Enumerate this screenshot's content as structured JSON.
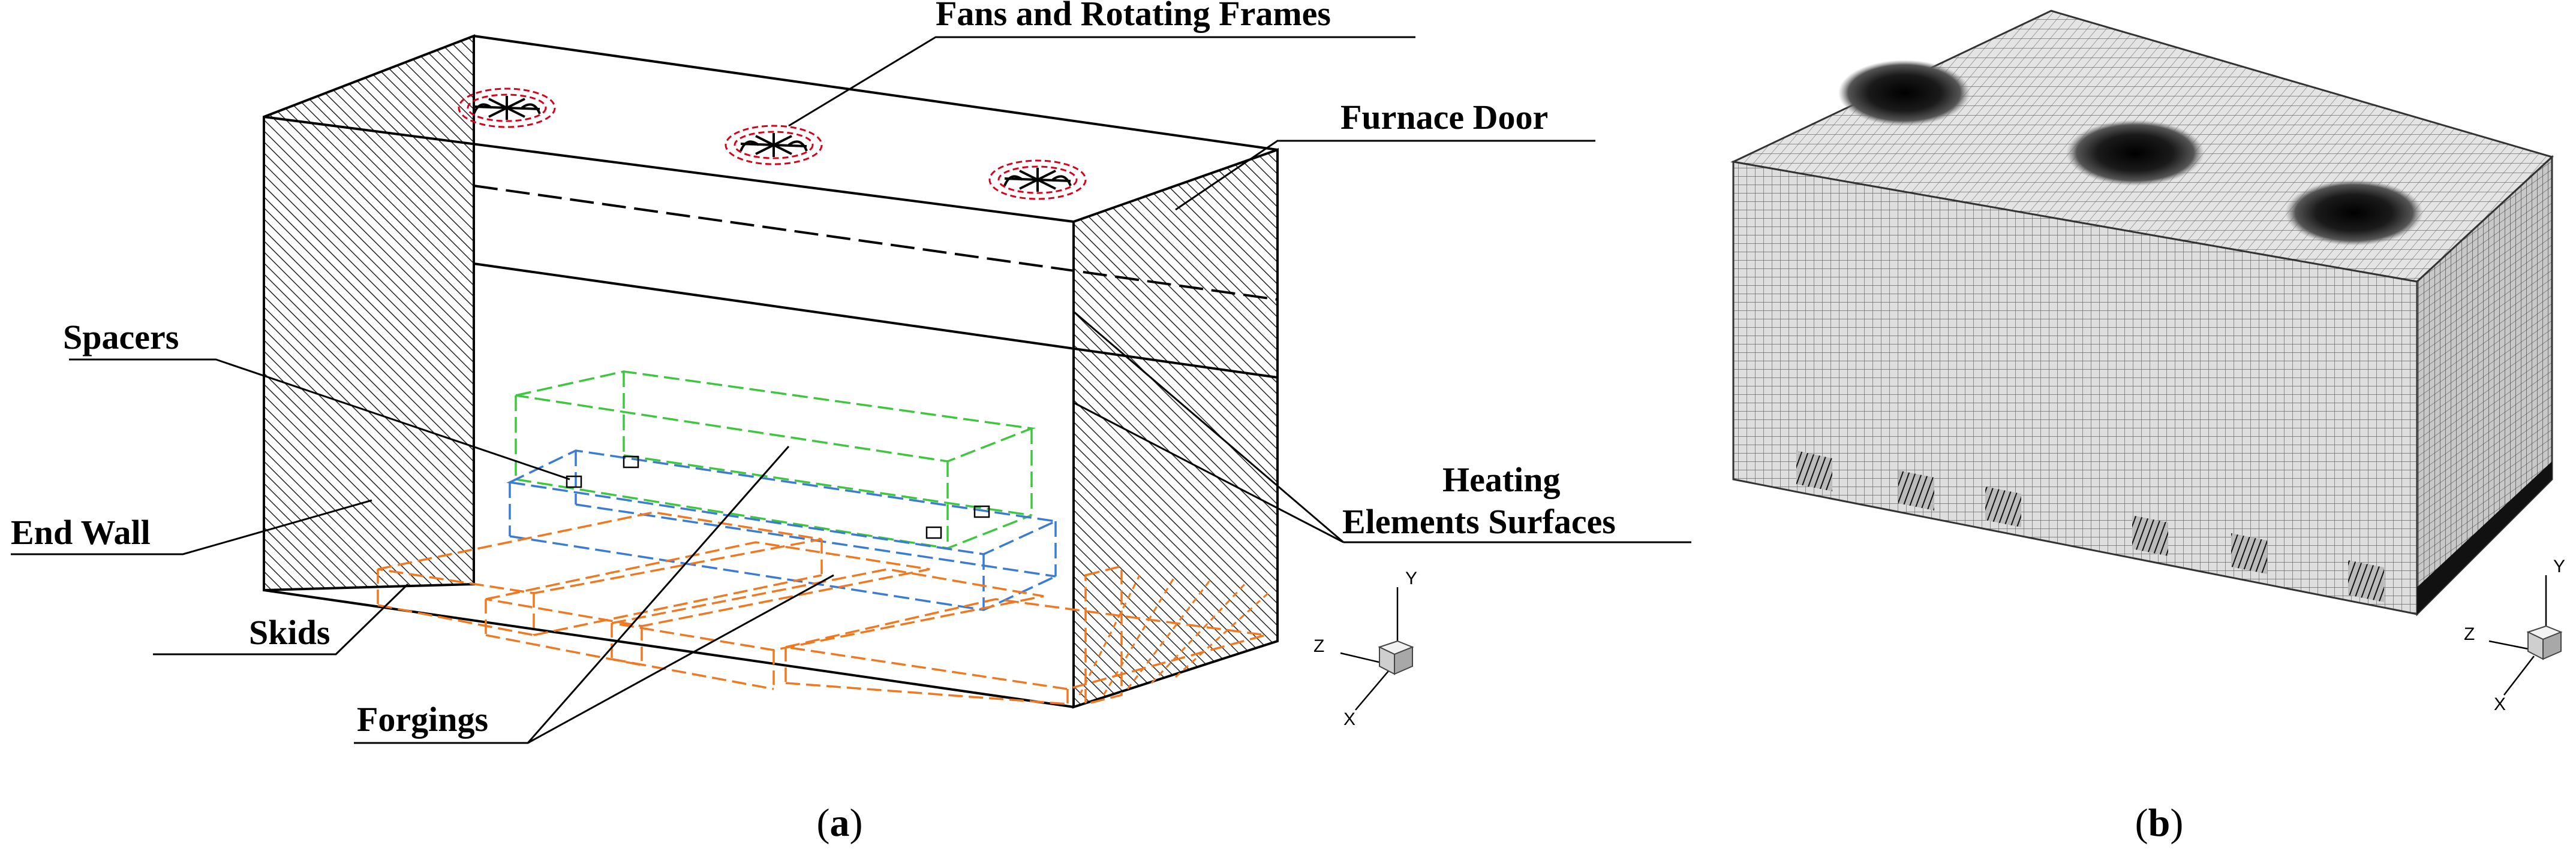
{
  "figure": {
    "colors": {
      "ink": "#000000",
      "hatch": "#222222",
      "fan": "#d9001b",
      "forging_green": "#3ec63e",
      "forging_blue": "#3a7bd5",
      "skid_orange": "#f07820",
      "mesh_face": "#d8d8d8",
      "mesh_line": "#555555"
    },
    "panel_a": {
      "labels": {
        "fans": "Fans and Rotating Frames",
        "furnace_door": "Furnace Door",
        "spacers": "Spacers",
        "heating_line1": "Heating",
        "heating_line2": "Elements Surfaces",
        "end_wall": "End Wall",
        "skids": "Skids",
        "forgings": "Forgings"
      },
      "axes": {
        "y": "Y",
        "z": "Z",
        "x": "X"
      },
      "caption_open": "(",
      "caption_letter": "a",
      "caption_close": ")"
    },
    "panel_b": {
      "axes": {
        "y": "Y",
        "z": "Z",
        "x": "X"
      },
      "caption_open": "(",
      "caption_letter": "b",
      "caption_close": ")"
    }
  }
}
